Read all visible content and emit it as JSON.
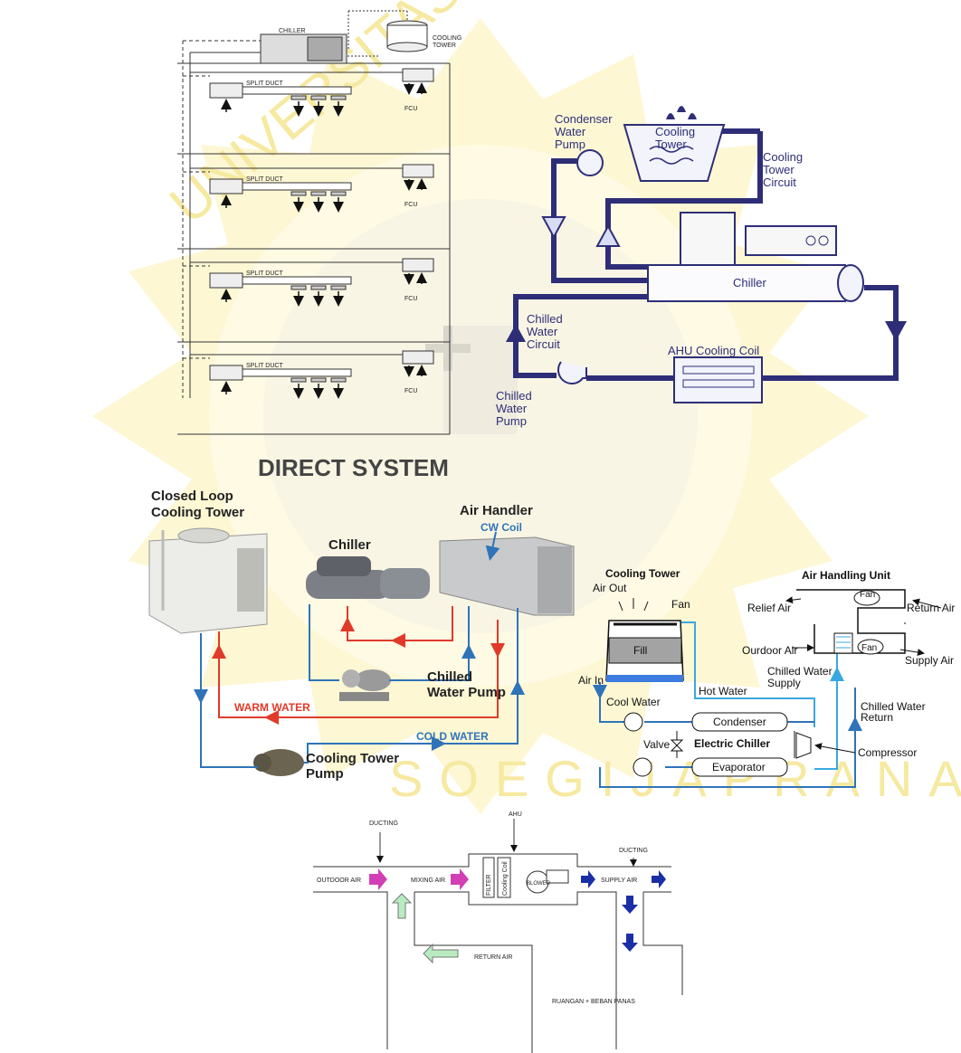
{
  "watermark": {
    "arc_top": "UNIVERSITAS KATOLIK",
    "arc_bottom": "SOEGIJAPRANATA"
  },
  "top_left": {
    "chiller": "CHILLER",
    "cooling_tower": "COOLING TOWER",
    "split_duct": "SPLIT DUCT",
    "fcu": "FCU"
  },
  "top_right": {
    "condenser_water_pump": "Condenser Water Pump",
    "cooling_tower": "Cooling Tower",
    "cooling_tower_circuit": "Cooling Tower Circuit",
    "chiller": "Chiller",
    "chilled_water_circuit": "Chilled Water Circuit",
    "ahu_cooling_coil": "AHU Cooling Coil",
    "chilled_water_pump": "Chilled Water Pump"
  },
  "direct_system": {
    "title": "DIRECT SYSTEM",
    "closed_loop_cooling_tower": "Closed Loop Cooling Tower",
    "chiller": "Chiller",
    "air_handler": "Air Handler",
    "cw_coil": "CW Coil",
    "chilled_water_pump": "Chilled Water Pump",
    "warm_water": "WARM WATER",
    "cold_water": "COLD WATER",
    "cooling_tower_pump": "Cooling Tower Pump"
  },
  "right_schematic": {
    "cooling_tower": "Cooling Tower",
    "air_out": "Air Out",
    "fan": "Fan",
    "fill": "Fill",
    "air_in": "Air In",
    "cool_water": "Cool Water",
    "hot_water": "Hot Water",
    "condenser": "Condenser",
    "valve": "Valve",
    "electric_chiller": "Electric Chiller",
    "compressor": "Compressor",
    "evaporator": "Evaporator",
    "air_handling_unit": "Air Handling Unit",
    "relief_air": "Relief Air",
    "return_air": "Return Air",
    "outdoor_air": "Ourdoor Air",
    "supply_air": "Supply Air",
    "chilled_water_supply": "Chilled Water Supply",
    "chilled_water_return": "Chilled Water Return"
  },
  "bottom": {
    "ducting_left": "DUCTING",
    "ahu": "AHU",
    "ducting_right": "DUCTING",
    "outdoor_air": "OUTDOOR AIR",
    "mixing_air": "MIXING AIR",
    "filter": "FILTER",
    "cooling_coil": "Cooling Coil",
    "blower": "BLOWER",
    "supply_air": "SUPPLY AIR",
    "return_air": "RETURN AIR",
    "room": "RUANGAN + BEBAN PANAS"
  },
  "colors": {
    "watermark": "#fbf1b0",
    "navy_pipe": "#2e2e78",
    "warm_water": "#e03a2a",
    "cold_water": "#2f74b8",
    "light_blue": "#3aa8e0",
    "magenta_arrow": "#d23fb4",
    "green_arrow": "#b8ecc0",
    "dark_arrow": "#1a2fa6"
  }
}
